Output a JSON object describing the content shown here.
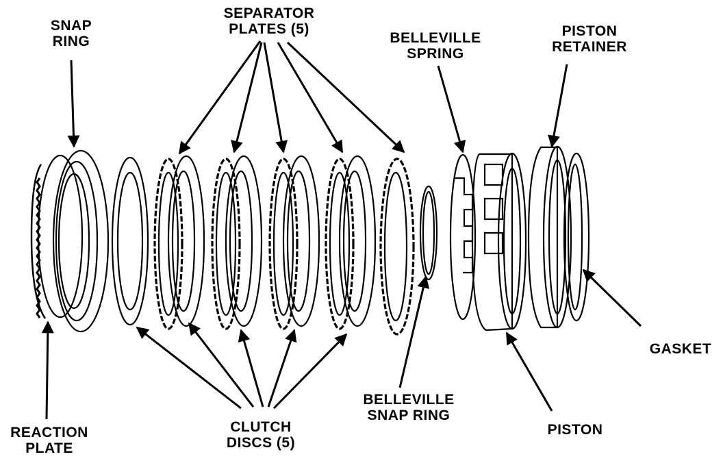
{
  "labels": {
    "snap_ring": [
      "SNAP",
      "RING"
    ],
    "separator_plates": [
      "SEPARATOR",
      "PLATES (5)"
    ],
    "belleville_spring": [
      "BELLEVILLE",
      "SPRING"
    ],
    "piston_retainer": [
      "PISTON",
      "RETAINER"
    ],
    "gasket": "GASKET",
    "piston": "PISTON",
    "belleville_snap_ring": [
      "BELLEVILLE",
      "SNAP RING"
    ],
    "clutch_discs": [
      "CLUTCH",
      "DISCS (5)"
    ],
    "reaction_plate": [
      "REACTION",
      "PLATE"
    ]
  },
  "colors": {
    "ink": "#000000",
    "paper": "#ffffff"
  }
}
